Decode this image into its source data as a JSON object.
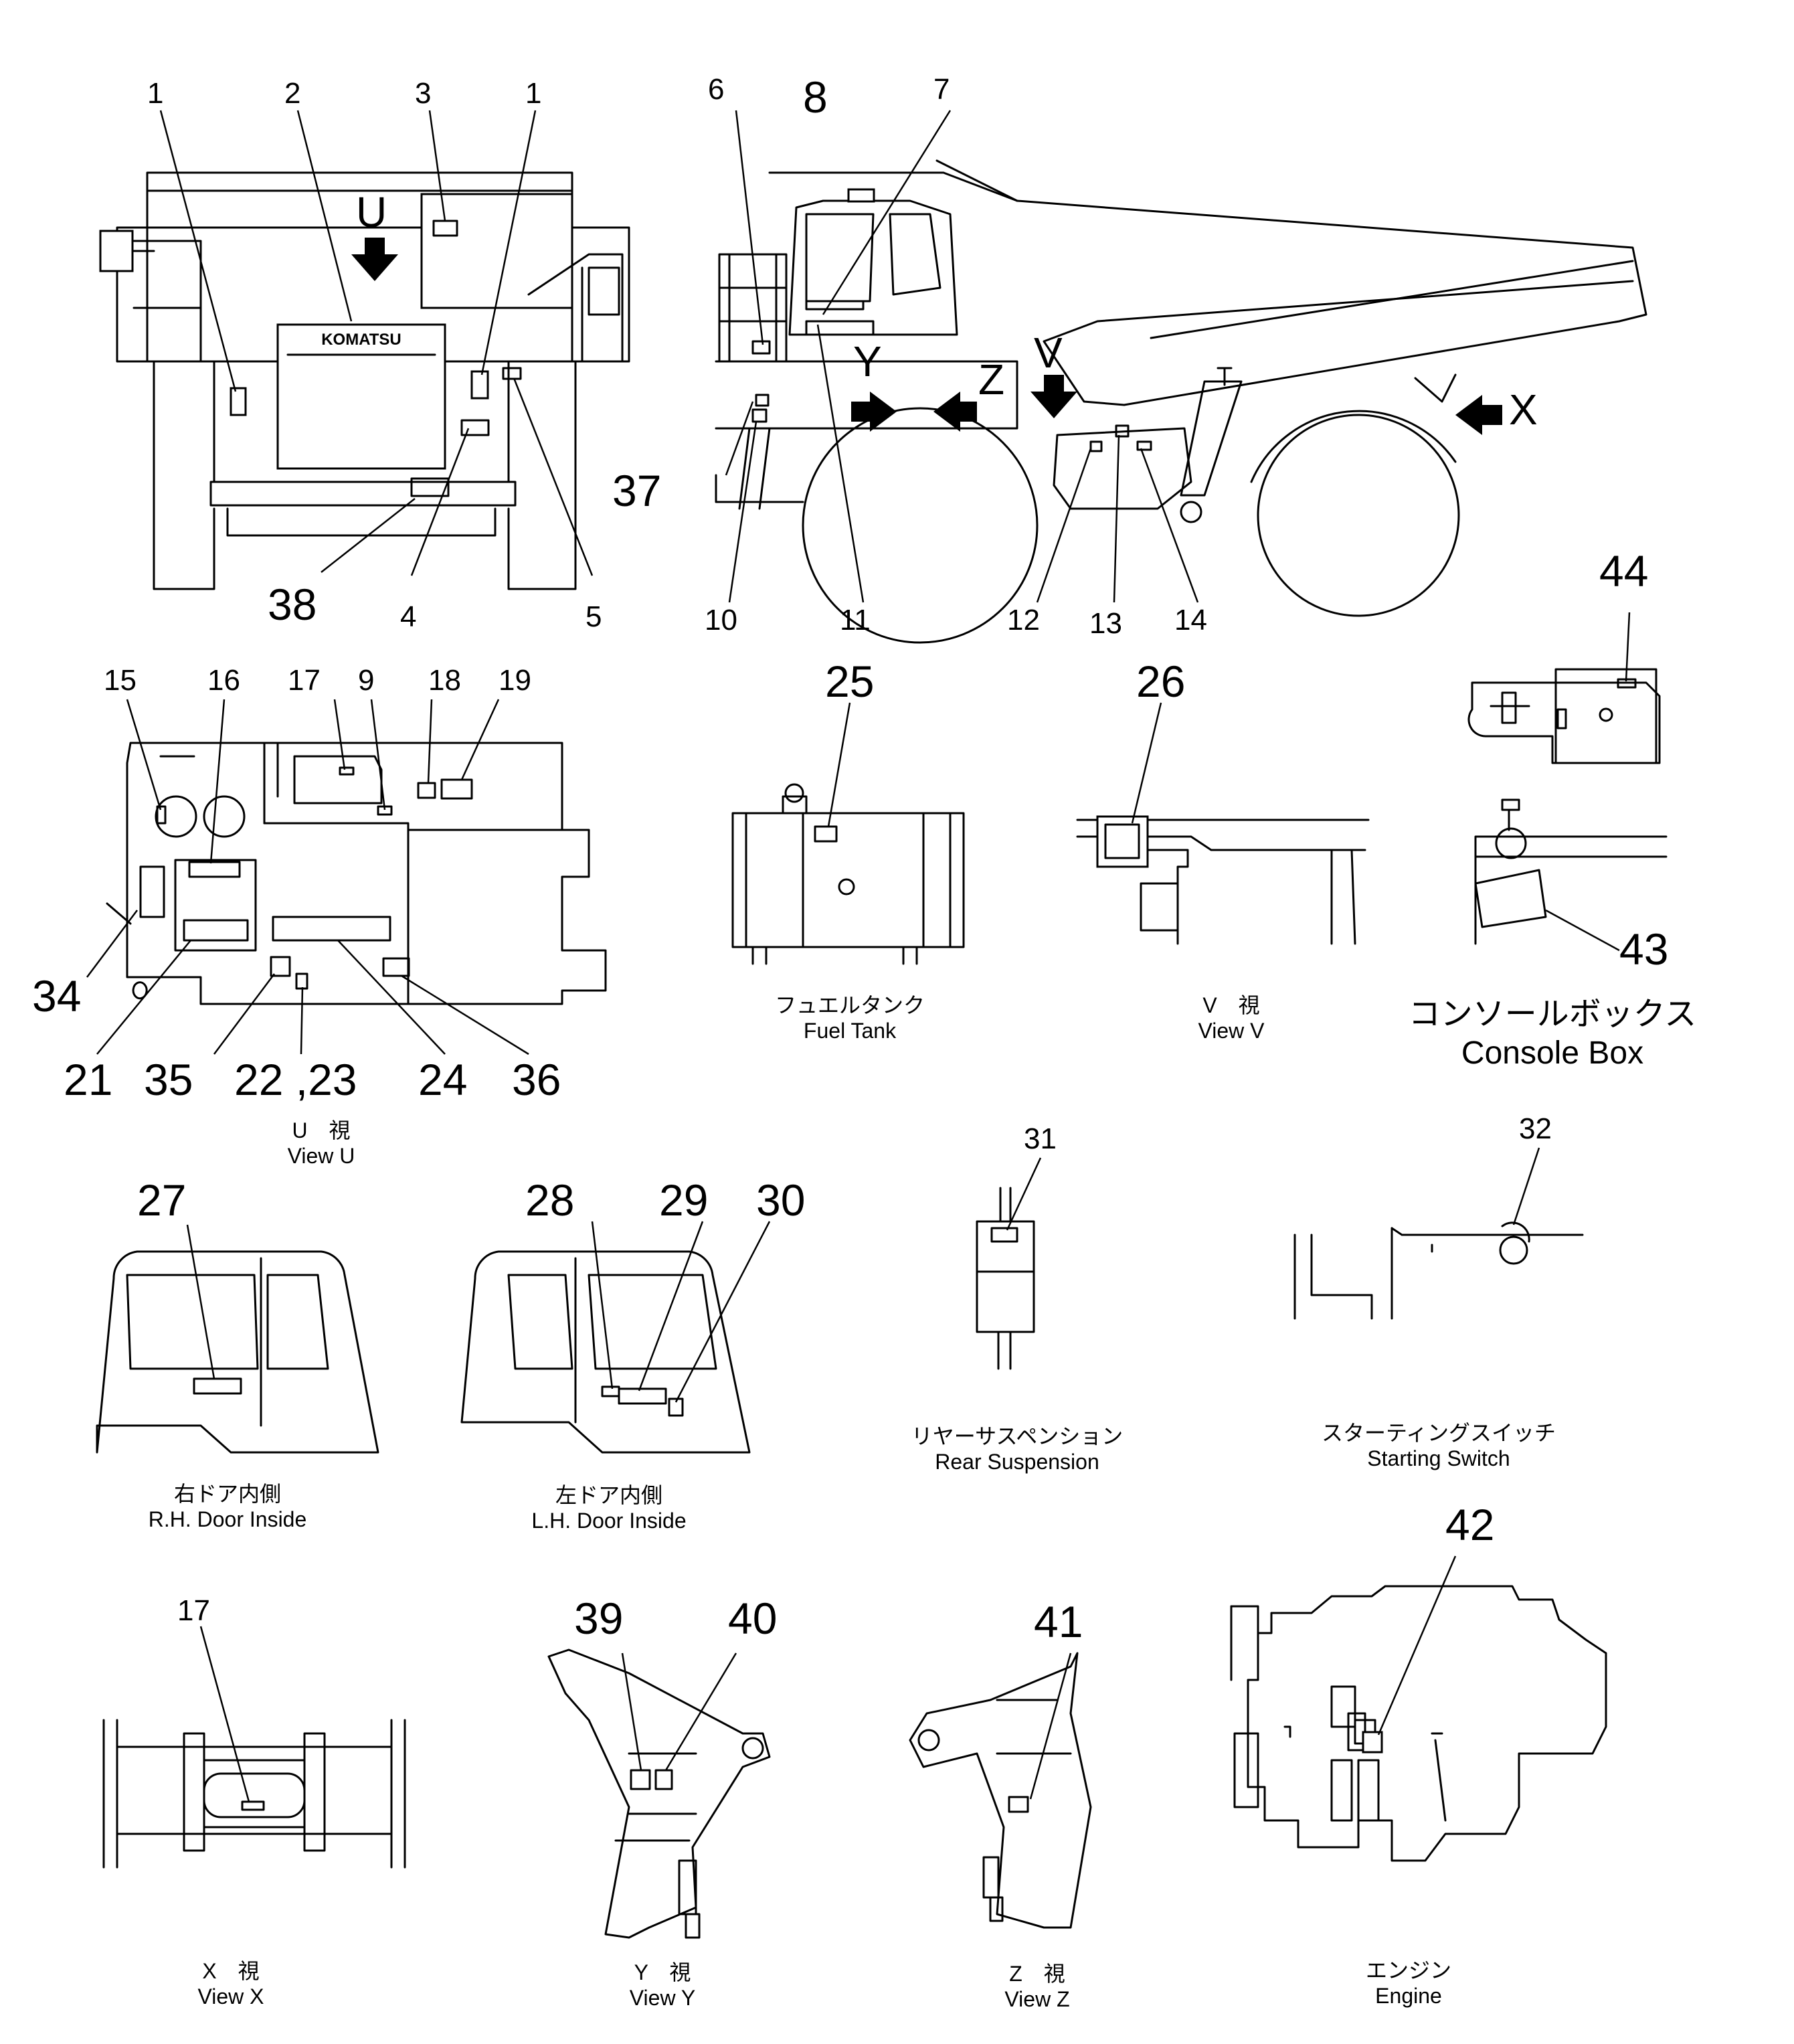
{
  "callouts": {
    "c1": "1",
    "c2": "2",
    "c3": "3",
    "c4": "4",
    "c5": "5",
    "c6": "6",
    "c7": "7",
    "c8": "8",
    "c9": "9",
    "c10": "10",
    "c11": "11",
    "c12": "12",
    "c13": "13",
    "c14": "14",
    "c15": "15",
    "c16": "16",
    "c17": "17",
    "c18": "18",
    "c19": "19",
    "c21": "21",
    "c22_23": "22 ,23",
    "c24": "24",
    "c25": "25",
    "c26": "26",
    "c27": "27",
    "c28": "28",
    "c29": "29",
    "c30": "30",
    "c31": "31",
    "c32": "32",
    "c34": "34",
    "c35": "35",
    "c36": "36",
    "c37": "37",
    "c38": "38",
    "c39": "39",
    "c40": "40",
    "c41": "41",
    "c42": "42",
    "c43": "43",
    "c44": "44"
  },
  "view_letters": {
    "U": "U",
    "V": "V",
    "X": "X",
    "Y": "Y",
    "Z": "Z"
  },
  "brand": {
    "logo_text": "KOMATSU"
  },
  "captions": {
    "fuel_tank": {
      "ja": "フュエルタンク",
      "en": "Fuel Tank"
    },
    "view_v": {
      "ja": "V　視",
      "en": "View V"
    },
    "console_box": {
      "ja": "コンソールボックス",
      "en": "Console Box"
    },
    "view_u": {
      "ja": "U　視",
      "en": "View U"
    },
    "rh_door": {
      "ja": "右ドア内側",
      "en": "R.H. Door Inside"
    },
    "lh_door": {
      "ja": "左ドア内側",
      "en": "L.H. Door Inside"
    },
    "rear_suspension": {
      "ja": "リヤーサスペンション",
      "en": "Rear Suspension"
    },
    "starting_switch": {
      "ja": "スターティングスイッチ",
      "en": "Starting Switch"
    },
    "view_x": {
      "ja": "X　視",
      "en": "View X"
    },
    "view_y": {
      "ja": "Y　視",
      "en": "View Y"
    },
    "view_z": {
      "ja": "Z　視",
      "en": "View Z"
    },
    "engine": {
      "ja": "エンジン",
      "en": "Engine"
    }
  }
}
